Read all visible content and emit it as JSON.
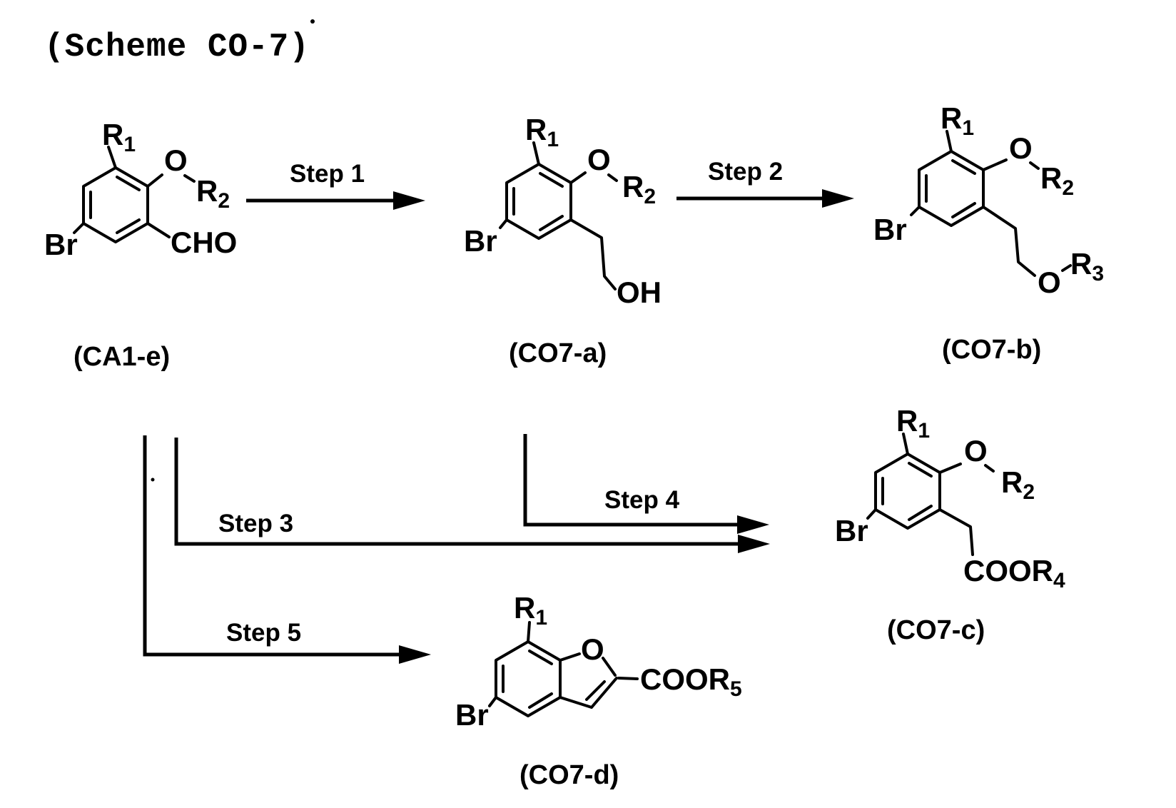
{
  "title": "(Scheme CO-7)",
  "arrows": {
    "step1": {
      "label": "Step 1"
    },
    "step2": {
      "label": "Step 2"
    },
    "step3": {
      "label": "Step 3"
    },
    "step4": {
      "label": "Step 4"
    },
    "step5": {
      "label": "Step 5"
    }
  },
  "compounds": {
    "ca1e": {
      "label": "(CA1-e)",
      "r1": {
        "base": "R",
        "sub": "1"
      },
      "ether_o": "O",
      "r2": {
        "base": "R",
        "sub": "2"
      },
      "br": "Br",
      "cho": "CHO"
    },
    "co7a": {
      "label": "(CO7-a)",
      "r1": {
        "base": "R",
        "sub": "1"
      },
      "ether_o": "O",
      "r2": {
        "base": "R",
        "sub": "2"
      },
      "br": "Br",
      "oh": "OH"
    },
    "co7b": {
      "label": "(CO7-b)",
      "r1": {
        "base": "R",
        "sub": "1"
      },
      "ether_o": "O",
      "r2": {
        "base": "R",
        "sub": "2"
      },
      "br": "Br",
      "chain_o": "O",
      "r3": {
        "base": "R",
        "sub": "3"
      }
    },
    "co7c": {
      "label": "(CO7-c)",
      "r1": {
        "base": "R",
        "sub": "1"
      },
      "ether_o": "O",
      "r2": {
        "base": "R",
        "sub": "2"
      },
      "br": "Br",
      "ester": {
        "base": "COOR",
        "sub": "4"
      }
    },
    "co7d": {
      "label": "(CO7-d)",
      "r1": {
        "base": "R",
        "sub": "1"
      },
      "ring_o": "O",
      "br": "Br",
      "ester": {
        "base": "COOR",
        "sub": "5"
      }
    }
  },
  "colors": {
    "ink": "#000000",
    "paper": "#ffffff"
  }
}
